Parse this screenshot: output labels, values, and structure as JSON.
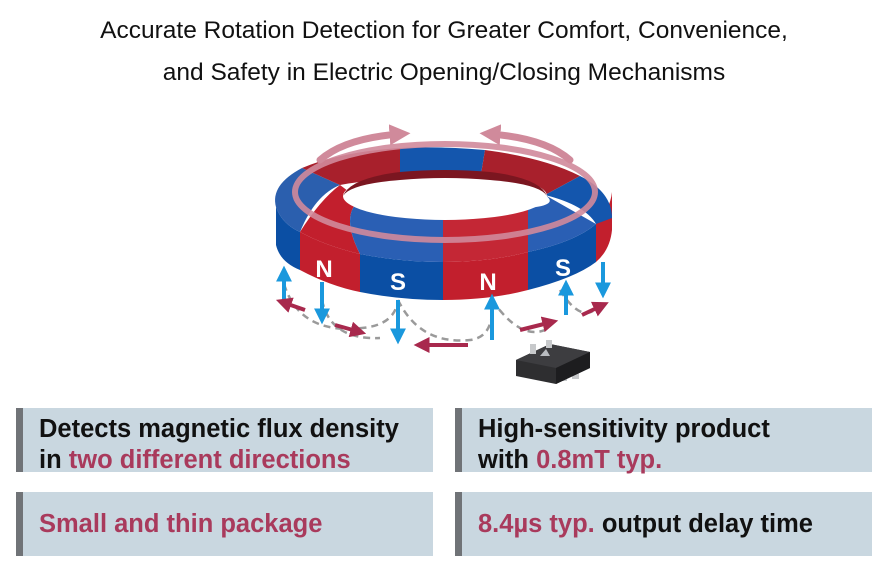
{
  "title": {
    "line1": "Accurate Rotation Detection for Greater Comfort, Convenience,",
    "line2": "and Safety in Electric Opening/Closing Mechanisms"
  },
  "diagram": {
    "pole_labels": [
      "N",
      "S",
      "N",
      "S"
    ],
    "colors": {
      "red_pole": "#c21f2d",
      "blue_pole": "#0b4fa4",
      "rotation_arrow": "#d08a9b",
      "field_arrow": "#a8294d",
      "flux_arrow": "#1a98dd",
      "field_line": "#9a9a9a"
    },
    "chip_icon": "ic-chip-icon"
  },
  "features": {
    "box1": {
      "plain": "Detects magnetic flux density",
      "prefix": "in ",
      "highlight": "two different directions"
    },
    "box2": {
      "plain": "High-sensitivity product",
      "prefix": "with ",
      "highlight": "0.8mT typ."
    },
    "box3": {
      "highlight": "Small and thin package"
    },
    "box4": {
      "highlight": "8.4µs typ.",
      "suffix": " output delay time"
    }
  }
}
